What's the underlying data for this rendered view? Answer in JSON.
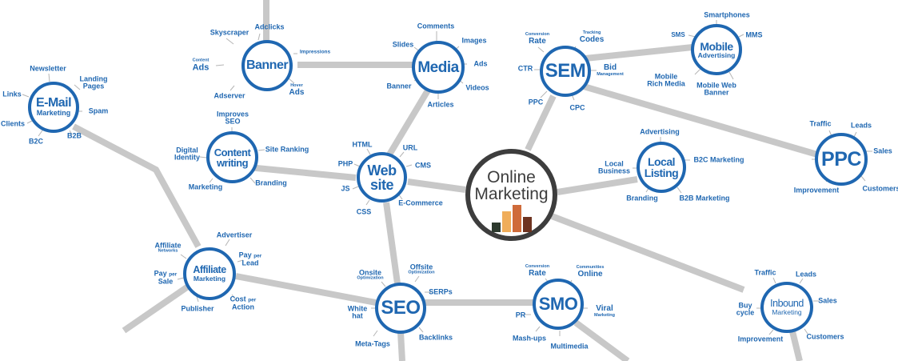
{
  "diagram": {
    "title": "Online Marketing",
    "center": {
      "line1": "Online",
      "line2": "Marketing",
      "bars": [
        {
          "color": "#2d3a2e",
          "height": 12
        },
        {
          "color": "#f0ad5a",
          "height": 26
        },
        {
          "color": "#cf6b3a",
          "height": 34
        },
        {
          "color": "#6e3320",
          "height": 19
        }
      ]
    },
    "colors": {
      "node_border": "#1f67b1",
      "node_text": "#1f67b1",
      "center_border": "#3d3d3d",
      "connector": "#c8c8c8"
    },
    "nodes": {
      "email": {
        "line1": "E-Mail",
        "line2": "Marketing"
      },
      "banner": {
        "line1": "Banner",
        "line2": ""
      },
      "media": {
        "line1": "Media",
        "line2": ""
      },
      "sem": {
        "line1": "SEM",
        "line2": ""
      },
      "mobile": {
        "line1": "Mobile",
        "line2": "Advertising"
      },
      "ppc": {
        "line1": "PPC",
        "line2": ""
      },
      "content": {
        "line1": "Content",
        "line2": "writing"
      },
      "website": {
        "line1": "Web",
        "line2": "site"
      },
      "local": {
        "line1": "Local",
        "line2": "Listing"
      },
      "affiliate": {
        "line1": "Affiliate",
        "line2": "Marketing"
      },
      "seo": {
        "line1": "SEO",
        "line2": ""
      },
      "smo": {
        "line1": "SMO",
        "line2": ""
      },
      "inbound": {
        "line1": "Inbound",
        "line2": "Marketing"
      }
    },
    "labels": {
      "email": {
        "newsletter": "Newsletter",
        "landing1": "Landing",
        "landing2": "Pages",
        "links": "Links",
        "spam": "Spam",
        "clients": "Clients",
        "b2c": "B2C",
        "b2b": "B2B"
      },
      "banner": {
        "skyscraper": "Skyscraper",
        "adclicks": "Adclicks",
        "impressions": "Impressions",
        "content_small": "Content",
        "content_ads": "Ads",
        "adserver": "Adserver",
        "hover_small": "Hover",
        "hover_ads": "Ads"
      },
      "media": {
        "comments": "Comments",
        "slides": "Slides",
        "images": "Images",
        "ads": "Ads",
        "banner": "Banner",
        "videos": "Videos",
        "articles": "Articles"
      },
      "sem": {
        "conv_small": "Conversion",
        "conv_rate": "Rate",
        "track_small": "Tracking",
        "track_codes": "Codes",
        "ctr": "CTR",
        "bid": "Bid",
        "bid_small": "Management",
        "ppc": "PPC",
        "cpc": "CPC"
      },
      "mobile": {
        "smartphones": "Smartphones",
        "sms": "SMS",
        "mms": "MMS",
        "rich1": "Mobile",
        "rich2": "Rich Media",
        "web1": "Mobile Web",
        "web2": "Banner"
      },
      "ppc": {
        "traffic": "Traffic",
        "leads": "Leads",
        "sales": "Sales",
        "improvement": "Improvement",
        "customers": "Customers"
      },
      "content": {
        "improves1": "Improves",
        "improves2": "SEO",
        "digital1": "Digital",
        "digital2": "Identity",
        "ranking": "Site Ranking",
        "marketing": "Marketing",
        "branding": "Branding"
      },
      "website": {
        "html": "HTML",
        "url": "URL",
        "php": "PHP",
        "cms": "CMS",
        "js": "JS",
        "ecommerce": "E-Commerce",
        "css": "CSS"
      },
      "local": {
        "advertising": "Advertising",
        "business1": "Local",
        "business2": "Business",
        "b2c": "B2C Marketing",
        "branding": "Branding",
        "b2b": "B2B Marketing"
      },
      "affiliate": {
        "networks1": "Affiliate",
        "networks2": "Networks",
        "advertiser": "Advertiser",
        "lead_pay": "Pay",
        "lead_per": "per",
        "lead": "Lead",
        "sale_pay": "Pay",
        "sale_per": "per",
        "sale": "Sale",
        "publisher": "Publisher",
        "cost": "Cost",
        "cost_per": "per",
        "action": "Action"
      },
      "seo": {
        "onsite": "Onsite",
        "onsite_small": "Optimization",
        "offsite": "Offsite",
        "offsite_small": "Optimization",
        "serps": "SERPs",
        "white1": "White",
        "white2": "hat",
        "metatags": "Meta-Tags",
        "backlinks": "Backlinks"
      },
      "smo": {
        "conv_small": "Conversion",
        "rate": "Rate",
        "comm_small": "Communities",
        "online": "Online",
        "pr": "PR",
        "viral": "Viral",
        "viral_small": "Marketing",
        "mashups": "Mash-ups",
        "multimedia": "Multimedia"
      },
      "inbound": {
        "traffic": "Traffic",
        "leads": "Leads",
        "buy1": "Buy",
        "buy2": "cycle",
        "sales": "Sales",
        "improvement": "Improvement",
        "customers": "Customers"
      }
    }
  }
}
